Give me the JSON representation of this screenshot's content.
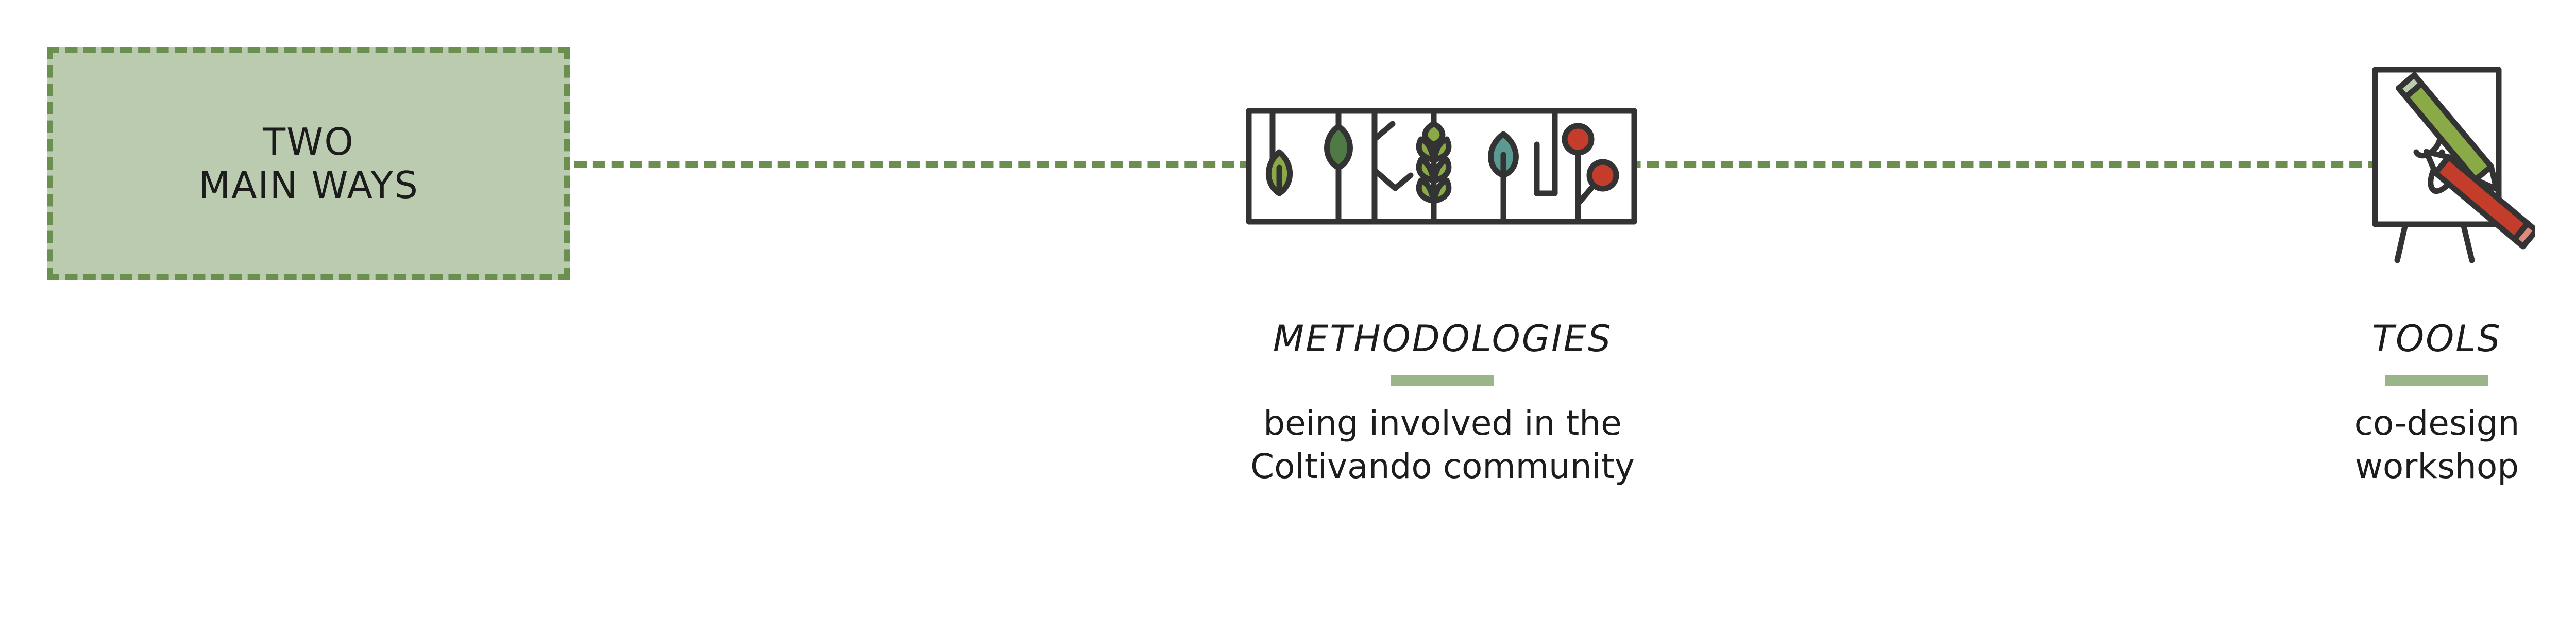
{
  "main": {
    "title": "TWO\nMAIN WAYS"
  },
  "methodologies": {
    "heading": "METHODOLOGIES",
    "description": "being involved in the\nColtivando community",
    "icon": "plants-icon"
  },
  "tools": {
    "heading": "TOOLS",
    "description": "co-design\nworkshop",
    "icon": "easel-icon"
  },
  "colors": {
    "accent_green": "#6a8f4e",
    "box_fill": "#bacbb0",
    "bar_green": "#9ab58a",
    "leaf_green": "#8aaa48",
    "leaf_dark": "#4f7a45",
    "teal": "#5b9a93",
    "berry_red": "#c43d2a",
    "outline": "#333333"
  }
}
